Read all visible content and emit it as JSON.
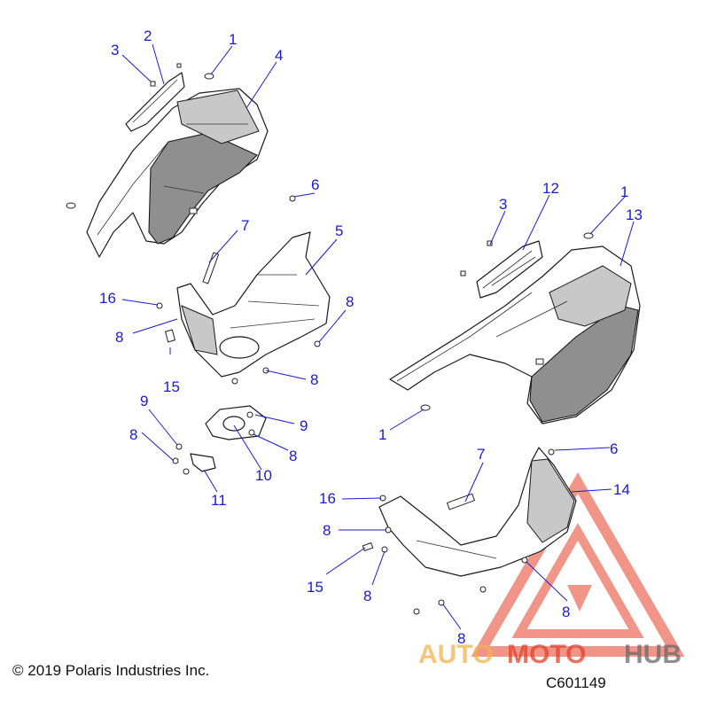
{
  "callouts": {
    "c1": "1",
    "c2": "2",
    "c3": "3",
    "c4": "4",
    "c6": "6",
    "c7": "7",
    "c5": "5",
    "c16": "16",
    "c8a": "8",
    "c8b": "8",
    "c15": "15",
    "c8c": "8",
    "c9a": "9",
    "c9b": "9",
    "c8d": "8",
    "c8e": "8",
    "c10": "10",
    "c11": "11",
    "c3r": "3",
    "c12": "12",
    "c1r": "1",
    "c13": "13",
    "c1r2": "1",
    "c7r": "7",
    "c6r": "6",
    "c14": "14",
    "c16r": "16",
    "c8r1": "8",
    "c8r2": "8",
    "c15r": "15",
    "c8r3": "8",
    "c8r4": "8"
  },
  "footer": {
    "copyright": "© 2019 Polaris Industries Inc.",
    "diagram_id": "C601149"
  },
  "watermark": {
    "text_auto": "AUTO",
    "text_moto": "MOTO",
    "text_hub": "HUB",
    "colors": {
      "auto": "#f4b24a",
      "moto": "#e8402a",
      "hub": "#6a6a6a",
      "triangle": "#e8402a"
    }
  },
  "callout_color": "#1a1ad6"
}
